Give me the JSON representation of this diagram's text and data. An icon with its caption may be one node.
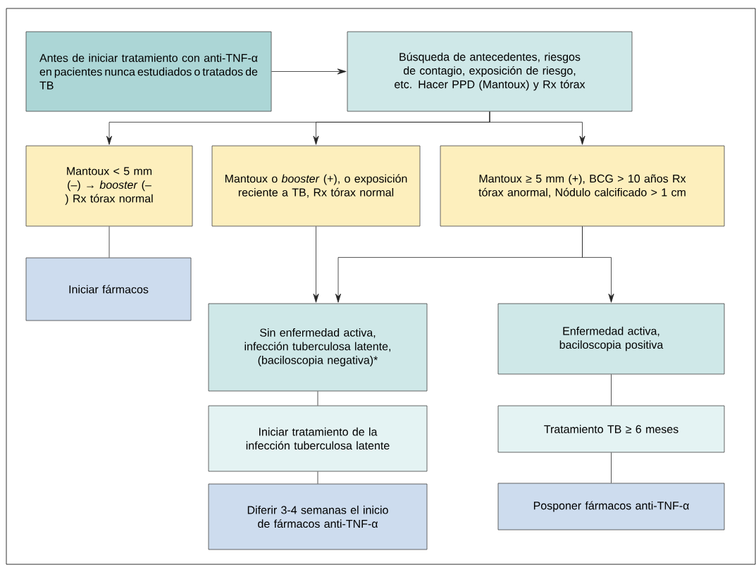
{
  "diagram": {
    "nodes": [
      {
        "text": [
          "Antes de iniciar tratamiento con anti-TNF-α en pacientes nunca estudiados o tratados de TB"
        ]
      },
      {
        "text": [
          "Búsqueda de antecedentes, riesgos de contagio, exposición de riesgo, etc. Hacer PPD (Mantoux) y Rx tórax"
        ]
      },
      {
        "text": [
          "Mantoux < 5 mm (–) → *booster* (–) Rx tórax normal"
        ]
      },
      {
        "text": [
          "Mantoux o *booster* (+), o exposición reciente a TB, Rx tórax normal"
        ]
      },
      {
        "text": [
          "Mantoux ≥ 5 mm (+), BCG > 10 años Rx tórax anormal, Nódulo calcificado > 1 cm"
        ]
      },
      {
        "text": [
          "Iniciar fármacos"
        ]
      },
      {
        "text": [
          "Sin enfermedad activa, infección tuberculosa latente, (baciloscopia negativa)*"
        ]
      },
      {
        "text": [
          "Enfermedad activa, baciloscopia positiva"
        ]
      },
      {
        "text": [
          "Iniciar tratamiento de la infección tuberculosa latente"
        ]
      },
      {
        "text": [
          "Tratamiento TB ≥ 6 meses"
        ]
      },
      {
        "text": [
          "Diferir 3-4 semanas el inicio de fármacos anti-TNF-α"
        ]
      },
      {
        "text": [
          "Posponer fármacos anti-TNF-α"
        ]
      }
    ],
    "edges": [
      {
        "from": 0,
        "to": 1,
        "arrow": "to"
      },
      {
        "from": 1,
        "to": 2,
        "arrow": "to"
      },
      {
        "from": 1,
        "to": 3,
        "arrow": "to"
      },
      {
        "from": 1,
        "to": 4,
        "arrow": "to"
      },
      {
        "from": 2,
        "to": 5,
        "arrow": "none"
      },
      {
        "from": 3,
        "to": 6,
        "arrow": "to"
      },
      {
        "from": 4,
        "to": 6,
        "arrow": "to"
      },
      {
        "from": 4,
        "to": 7,
        "arrow": "to"
      },
      {
        "from": 6,
        "to": 8,
        "arrow": "none"
      },
      {
        "from": 8,
        "to": 10,
        "arrow": "none"
      },
      {
        "from": 7,
        "to": 9,
        "arrow": "none"
      },
      {
        "from": 9,
        "to": 11,
        "arrow": "none"
      }
    ]
  }
}
